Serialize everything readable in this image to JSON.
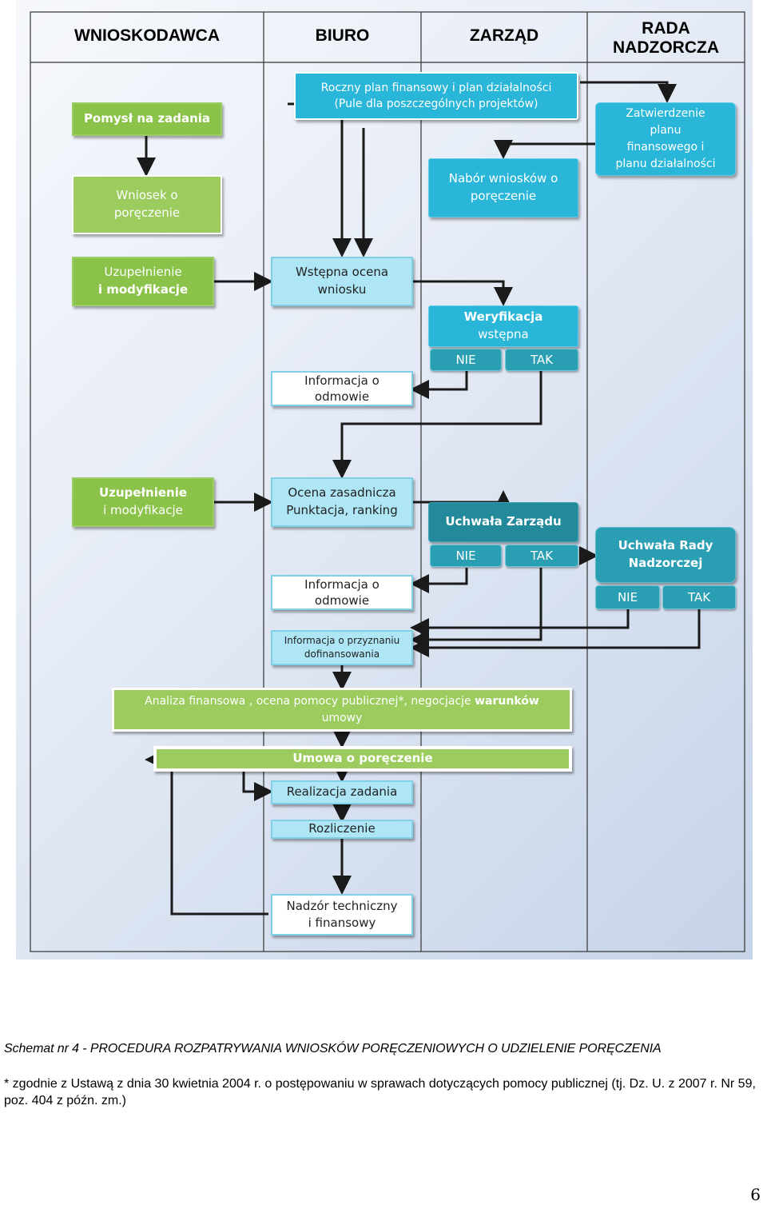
{
  "columns": {
    "applicant": "WNIOSKODAWCA",
    "office": "BIURO",
    "board": "ZARZĄD",
    "supervisory_line1": "RADA",
    "supervisory_line2": "NADZORCZA"
  },
  "nodes": {
    "idea": "Pomysł na zadania",
    "annual_plan_l1": "Roczny plan finansowy i plan działalności",
    "annual_plan_l2": "(Pule dla poszczególnych projektów)",
    "approval_l1": "Zatwierdzenie",
    "approval_l2": "planu",
    "approval_l3": "finansowego i",
    "approval_l4": "planu działalności",
    "application_l1": "Wniosek o",
    "application_l2": "poręczenie",
    "collection_l1": "Nabór wniosków o",
    "collection_l2": "poręczenie",
    "supplement1_l1": "Uzupełnienie",
    "supplement1_l2": "i modyfikacje",
    "initial_eval_l1": "Wstępna ocena",
    "initial_eval_l2": "wniosku",
    "verification_l1": "Weryfikacja",
    "verification_l2": "wstępna",
    "refusal1_l1": "Informacja o",
    "refusal1_l2": "odmowie",
    "supplement2_l1": "Uzupełnienie",
    "supplement2_l2": "i modyfikacje",
    "main_eval_l1": "Ocena zasadnicza",
    "main_eval_l2": "Punktacja, ranking",
    "board_resolution": "Uchwała Zarządu",
    "sb_resolution_l1": "Uchwała Rady",
    "sb_resolution_l2": "Nadzorczej",
    "refusal2_l1": "Informacja o",
    "refusal2_l2": "odmowie",
    "grant_info_l1": "Informacja o przyznaniu",
    "grant_info_l2": "dofinansowania",
    "analysis_l1a": "Analiza finansowa , ocena pomocy publicznej*, negocjacje ",
    "analysis_l1b": "warunków",
    "analysis_l2": "umowy",
    "contract": "Umowa o poręczenie",
    "execution": "Realizacja zadania",
    "settlement": "Rozliczenie",
    "supervision_l1": "Nadzór techniczny",
    "supervision_l2": "i finansowy"
  },
  "decisions": {
    "no": "NIE",
    "yes": "TAK"
  },
  "caption": {
    "schema": "Schemat nr 4 - PROCEDURA ROZPATRYWANIA WNIOSKÓW PORĘCZENIOWYCH O UDZIELENIE PORĘCZENIA",
    "footnote": "* zgodnie z Ustawą z dnia 30 kwietnia 2004 r. o postępowaniu w sprawach dotyczących pomocy publicznej (tj. Dz. U. z 2007 r. Nr 59, poz. 404 z późn. zm.)",
    "page_number": "6"
  },
  "colors": {
    "green": "#8bc34a",
    "cyan": "#29b6d9",
    "light_blue": "#aee6f6",
    "teal": "#2a9fb3",
    "arrow": "#1a1a1a",
    "background": "#d9e2f0"
  }
}
